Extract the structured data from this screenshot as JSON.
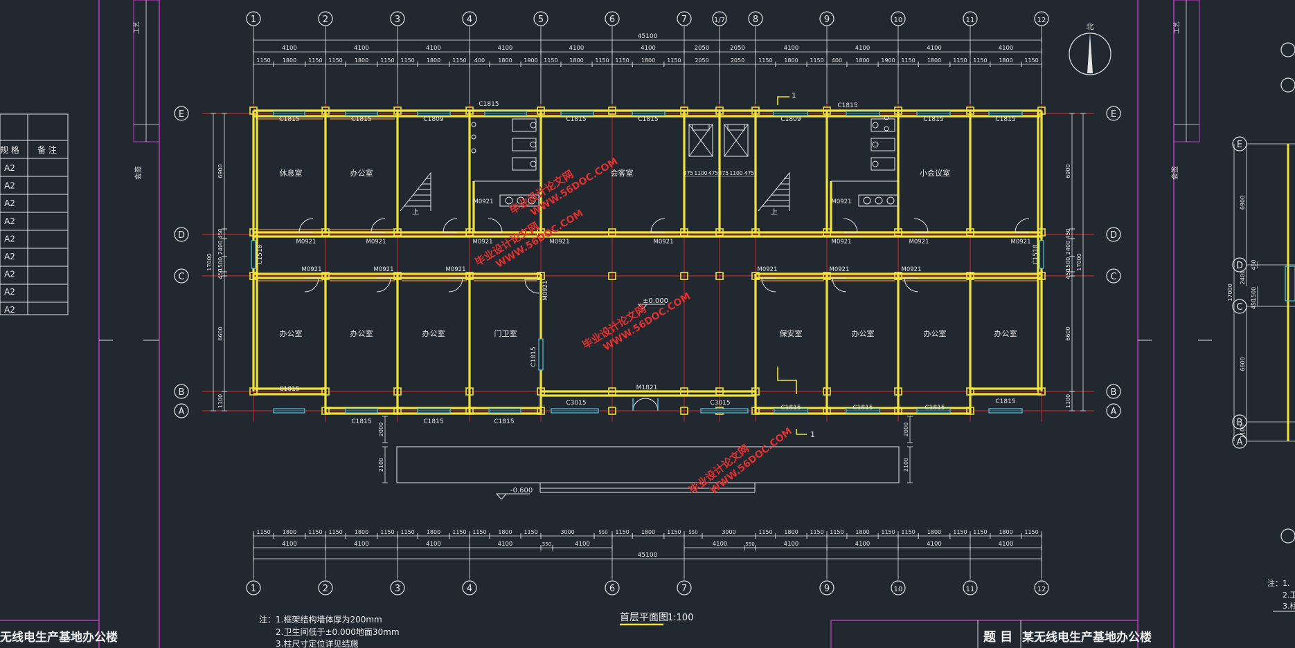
{
  "drawing": {
    "title": "首层平面图",
    "scale": "1:100",
    "north_label": "北",
    "ground_level": "±0.000",
    "outdoor_level": "-0.600",
    "section_mark": "1"
  },
  "axes": {
    "columns": [
      "1",
      "2",
      "3",
      "4",
      "5",
      "6",
      "7",
      "1/7",
      "8",
      "9",
      "10",
      "11",
      "12"
    ],
    "rows": [
      "E",
      "D",
      "C",
      "B",
      "A"
    ]
  },
  "dimensions": {
    "overall_width": "45100",
    "top_bays": [
      "4100",
      "4100",
      "4100",
      "4100",
      "4100",
      "4100",
      "2050",
      "2050",
      "4100",
      "4100",
      "4100",
      "4100"
    ],
    "top_details": [
      "1150",
      "1800",
      "1150",
      "1150",
      "1800",
      "1150",
      "1150",
      "1800",
      "1150",
      "400",
      "1800",
      "1900",
      "1150",
      "1800",
      "1150",
      "1150",
      "1800",
      "1150",
      "2050",
      "2050",
      "1150",
      "1800",
      "1150",
      "400",
      "1800",
      "1900",
      "1150",
      "1800",
      "1150",
      "1150",
      "1800",
      "1150"
    ],
    "bottom_details": [
      "1150",
      "1800",
      "1150",
      "1150",
      "1800",
      "1150",
      "1150",
      "1800",
      "1150",
      "1150",
      "1800",
      "1150",
      "3000",
      "550",
      "1150",
      "1800",
      "1150",
      "550",
      "3000",
      "1150",
      "1800",
      "1150",
      "1150",
      "1800",
      "1150",
      "1150",
      "1800",
      "1150",
      "1150",
      "1800",
      "1150"
    ],
    "bottom_bays": [
      "4100",
      "4100",
      "4100",
      "4100",
      "550",
      "4100",
      "4100",
      "4100",
      "550",
      "4100",
      "4100",
      "4100",
      "4100"
    ],
    "left_vertical": [
      "6900",
      "450",
      "2400",
      "1500",
      "450",
      "6600",
      "1100"
    ],
    "left_total": "17000",
    "right_vertical": [
      "6900",
      "450",
      "2400",
      "1500",
      "450",
      "6600",
      "1100"
    ],
    "right_total": "17000",
    "front_steps": [
      "2000",
      "2100"
    ]
  },
  "rooms": {
    "lounge": "休息室",
    "office": "办公室",
    "meeting": "会客室",
    "guard": "门卫室",
    "security": "保安室",
    "small_meeting": "小会议室"
  },
  "labels": {
    "window_c1815": "C1815",
    "window_c1809": "C1809",
    "window_c1518": "C1518",
    "window_c3015": "C3015",
    "door_m0921": "M0921",
    "door_m1821": "M1821",
    "stair_up": "上",
    "elevator_dims": [
      "475",
      "1100",
      "475",
      "475",
      "1100",
      "475"
    ]
  },
  "notes": {
    "prefix": "注：",
    "items": [
      "1.框架结构墙体厚为200mm",
      "2.卫生间低于±0.000地面30mm",
      "3.柱尺寸定位详见结施"
    ]
  },
  "title_block": {
    "topic_label": "题  目",
    "project_name": "某无线电生产基地办公楼"
  },
  "left_panel": {
    "table_headers": [
      "规 格",
      "备 注"
    ],
    "table_values": [
      "A2",
      "A2",
      "A2",
      "A2",
      "A2",
      "A2",
      "A2",
      "A2",
      "A2"
    ],
    "project_name": "无线电生产基地办公楼",
    "stamp_text": "会签",
    "stamp_text2": "工艺"
  },
  "right_panel": {
    "rows": [
      "E",
      "D",
      "C",
      "B",
      "A"
    ],
    "vertical": [
      "6900",
      "450",
      "2400",
      "1500",
      "450",
      "6600",
      "1100"
    ],
    "total": "17000",
    "note_prefix": "注：1.",
    "notes_partial": [
      "2.卫",
      "3.柱"
    ],
    "stamp_text": "会签",
    "stamp_text2": "工艺"
  },
  "watermark": {
    "line1": "毕业设计论文网",
    "line2": "WWW.56DOC.COM"
  },
  "colors": {
    "background": "#212830",
    "wall": "#f2e33b",
    "wall_inner": "#e98f2a",
    "grid": "#e22a2a",
    "dim": "#e6e6e6",
    "frame": "#b23bb6",
    "window": "#55c4d9",
    "watermark": "#e03030"
  }
}
